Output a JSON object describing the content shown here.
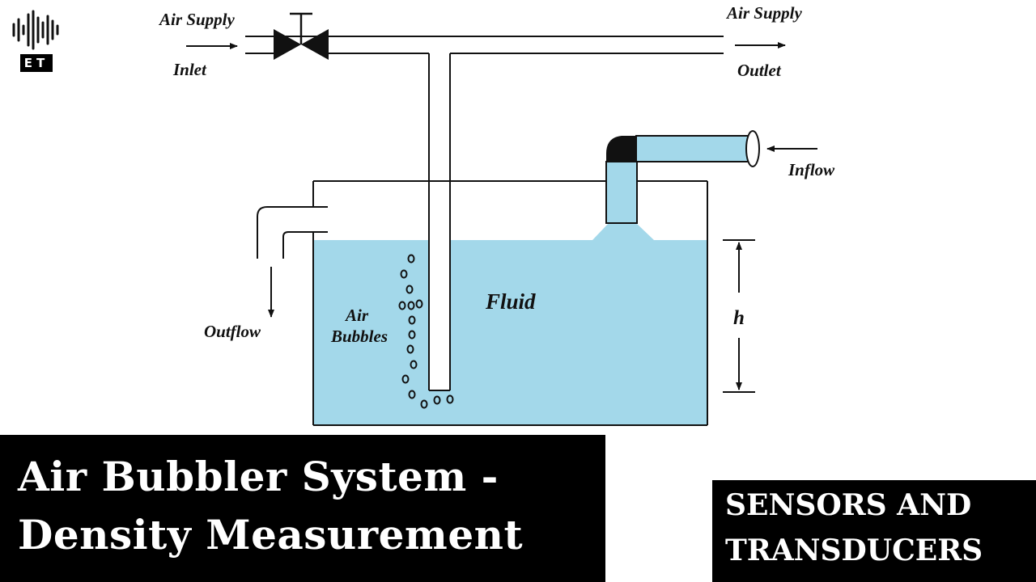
{
  "logo": {
    "letters": "ET",
    "icon": "sound-wave-icon"
  },
  "labels": {
    "air_supply_inlet_top": "Air Supply",
    "air_supply_inlet_bottom": "Inlet",
    "air_supply_outlet_top": "Air Supply",
    "air_supply_outlet_bottom": "Outlet",
    "inflow": "Inflow",
    "outflow": "Outflow",
    "fluid": "Fluid",
    "air_bubbles_top": "Air",
    "air_bubbles_bottom": "Bubbles",
    "level": "h"
  },
  "title": {
    "line1": "Air Bubbler System -",
    "line2": "Density Measurement"
  },
  "category": {
    "line1": "SENSORS AND",
    "line2": "TRANSDUCERS"
  },
  "colors": {
    "fluid": "#a3d8ea",
    "line": "#111111",
    "banner": "#000000"
  }
}
